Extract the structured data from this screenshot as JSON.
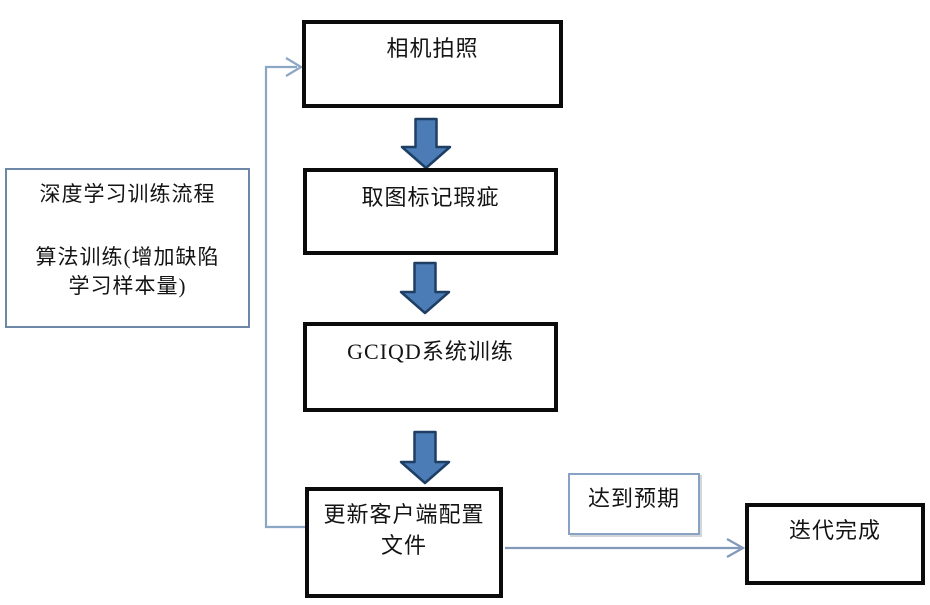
{
  "diagram": {
    "type": "flowchart",
    "background": "#ffffff",
    "nodes": {
      "camera": {
        "label": "相机拍照"
      },
      "mark": {
        "label": "取图标记瑕疵"
      },
      "train": {
        "label": "GCIQD系统训练"
      },
      "update": {
        "lines": [
          "更新客户端配置",
          "文件"
        ]
      },
      "note": {
        "lines": [
          "深度学习训练流程",
          "算法训练(增加缺陷",
          "学习样本量)"
        ]
      },
      "expectation": {
        "label": "达到预期"
      },
      "done": {
        "label": "迭代完成"
      }
    },
    "edges": [
      {
        "from": "camera",
        "to": "mark",
        "style": "block-arrow-down"
      },
      {
        "from": "mark",
        "to": "train",
        "style": "block-arrow-down"
      },
      {
        "from": "train",
        "to": "update",
        "style": "block-arrow-down"
      },
      {
        "from": "update",
        "to": "camera",
        "style": "thin-elbow-arrow-feedback-loop"
      },
      {
        "from": "update",
        "to": "done",
        "style": "thin-arrow-right",
        "condition_label": "达到预期"
      }
    ],
    "colors": {
      "process_box_border": "#0b0b0b",
      "note_box_border": "#6d87a6",
      "expect_box_border": "#87a2c2",
      "connector_line": "#8ca6c6",
      "block_arrow_fill": "#4b7cb6",
      "block_arrow_stroke": "#1e3e64",
      "text": "#141414"
    }
  }
}
